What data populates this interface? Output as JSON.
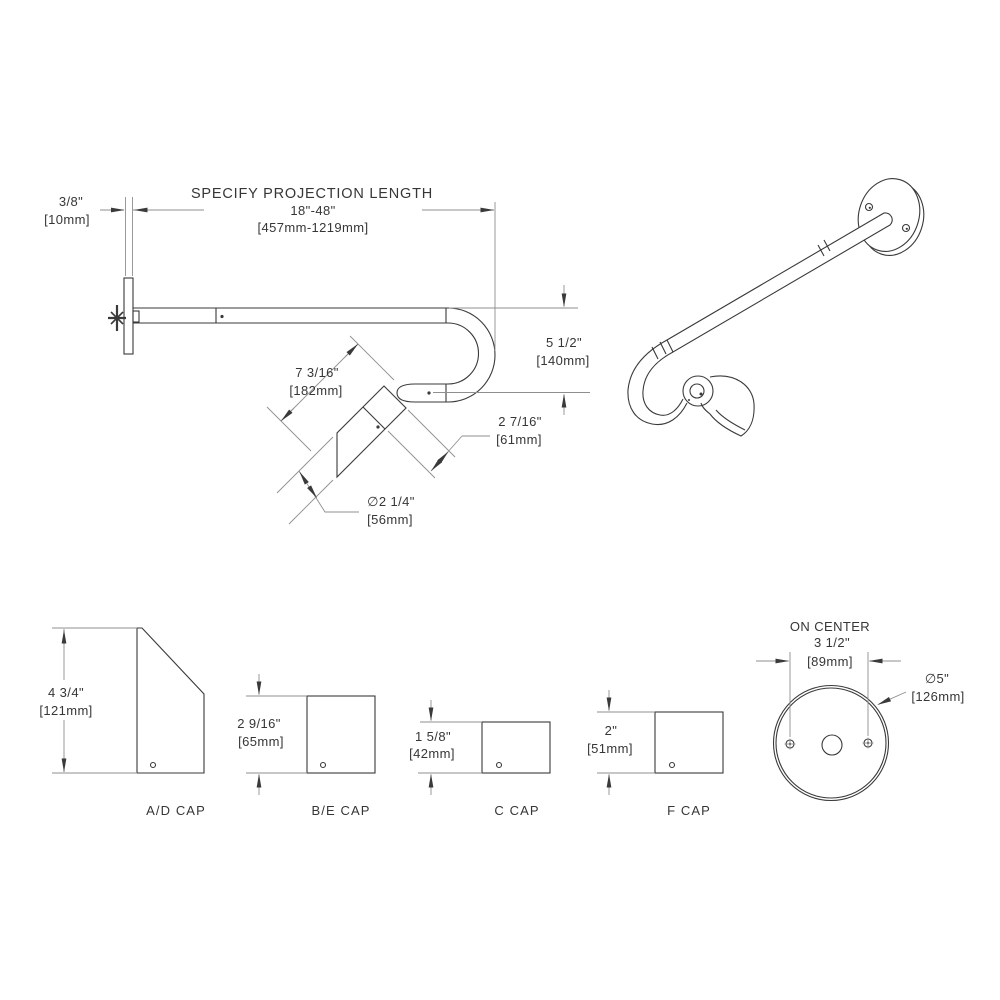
{
  "colors": {
    "object_line": "#3a3a3a",
    "dimension_line": "#8f8f8f",
    "text": "#363636",
    "background": "#ffffff"
  },
  "side_view": {
    "thickness_in": "3/8\"",
    "thickness_mm": "[10mm]",
    "projection_title": "SPECIFY PROJECTION LENGTH",
    "projection_range": "18\"-48\"",
    "projection_range_mm": "[457mm-1219mm]",
    "drop_in": "5 1/2\"",
    "drop_mm": "[140mm]",
    "head_len_in": "7 3/16\"",
    "head_len_mm": "[182mm]",
    "body_in": "2 7/16\"",
    "body_mm": "[61mm]",
    "dia_in": "∅2 1/4\"",
    "dia_mm": "[56mm]"
  },
  "caps": [
    {
      "label": "A/D CAP",
      "h_in": "4 3/4\"",
      "h_mm": "[121mm]"
    },
    {
      "label": "B/E CAP",
      "h_in": "2 9/16\"",
      "h_mm": "[65mm]"
    },
    {
      "label": "C CAP",
      "h_in": "1 5/8\"",
      "h_mm": "[42mm]"
    },
    {
      "label": "F CAP",
      "h_in": "2\"",
      "h_mm": "[51mm]"
    }
  ],
  "mount": {
    "title": "ON CENTER",
    "spacing_in": "3 1/2\"",
    "spacing_mm": "[89mm]",
    "dia_in": "∅5\"",
    "dia_mm": "[126mm]"
  }
}
